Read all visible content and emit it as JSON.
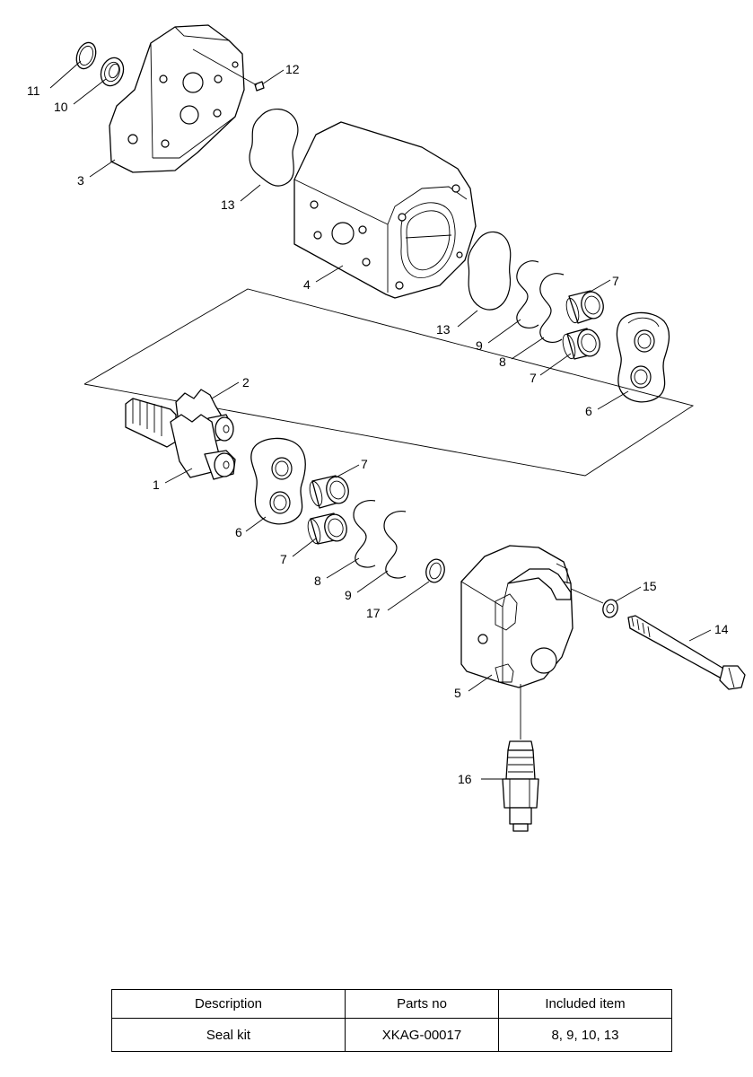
{
  "callouts": [
    {
      "id": "c11",
      "text": "11"
    },
    {
      "id": "c10",
      "text": "10"
    },
    {
      "id": "c12",
      "text": "12"
    },
    {
      "id": "c3",
      "text": "3"
    },
    {
      "id": "c13a",
      "text": "13"
    },
    {
      "id": "c4",
      "text": "4"
    },
    {
      "id": "c13b",
      "text": "13"
    },
    {
      "id": "c9a",
      "text": "9"
    },
    {
      "id": "c8a",
      "text": "8"
    },
    {
      "id": "c7a",
      "text": "7"
    },
    {
      "id": "c7b",
      "text": "7"
    },
    {
      "id": "c6a",
      "text": "6"
    },
    {
      "id": "c2",
      "text": "2"
    },
    {
      "id": "c1",
      "text": "1"
    },
    {
      "id": "c6b",
      "text": "6"
    },
    {
      "id": "c7c",
      "text": "7"
    },
    {
      "id": "c7d",
      "text": "7"
    },
    {
      "id": "c8b",
      "text": "8"
    },
    {
      "id": "c9b",
      "text": "9"
    },
    {
      "id": "c17",
      "text": "17"
    },
    {
      "id": "c15",
      "text": "15"
    },
    {
      "id": "c14",
      "text": "14"
    },
    {
      "id": "c5",
      "text": "5"
    },
    {
      "id": "c16",
      "text": "16"
    }
  ],
  "table": {
    "headers": [
      "Description",
      "Parts no",
      "Included item"
    ],
    "rows": [
      [
        "Seal kit",
        "XKAG-00017",
        "8, 9, 10, 13"
      ]
    ]
  }
}
